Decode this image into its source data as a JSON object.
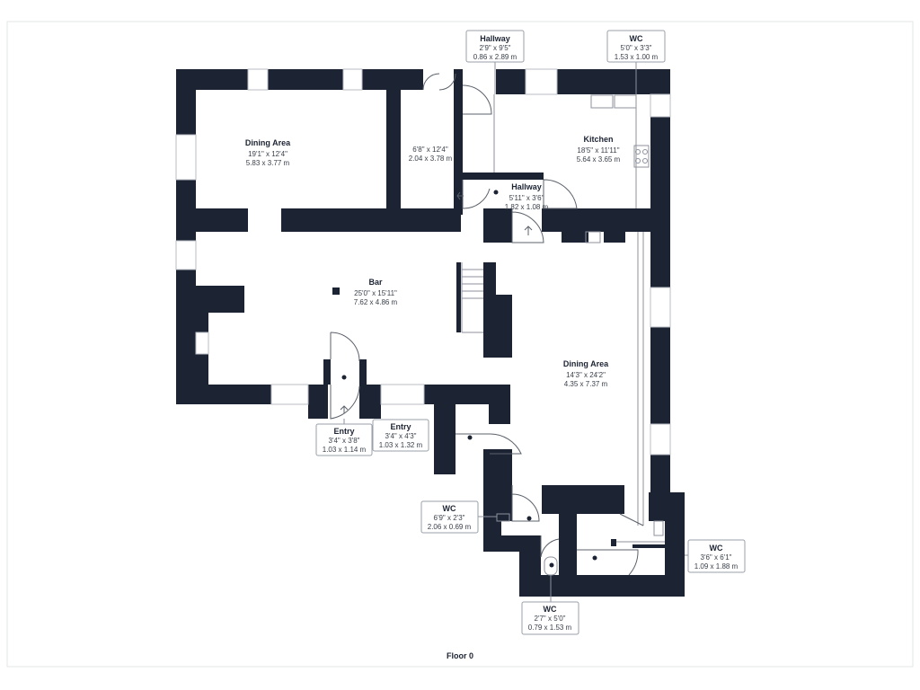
{
  "floor_label": "Floor 0",
  "rooms": {
    "dining_left": {
      "name": "Dining Area",
      "dim_imperial": "19'1\" x 12'4\"",
      "dim_metric": "5.83 x 3.77 m"
    },
    "middle_room": {
      "dim_imperial": "6'8\" x 12'4\"",
      "dim_metric": "2.04 x 3.78 m"
    },
    "kitchen": {
      "name": "Kitchen",
      "dim_imperial": "18'5\" x 11'11\"",
      "dim_metric": "5.64 x 3.65 m"
    },
    "hallway_inner": {
      "name": "Hallway",
      "dim_imperial": "5'11\" x 3'6\"",
      "dim_metric": "1.82 x 1.08 m"
    },
    "bar": {
      "name": "Bar",
      "dim_imperial": "25'0\" x 15'11\"",
      "dim_metric": "7.62 x 4.86 m"
    },
    "dining_right": {
      "name": "Dining Area",
      "dim_imperial": "14'3\" x 24'2\"",
      "dim_metric": "4.35 x 7.37 m"
    }
  },
  "callouts": {
    "hallway_top": {
      "name": "Hallway",
      "dim_imperial": "2'9\" x 9'5\"",
      "dim_metric": "0.86 x 2.89 m"
    },
    "wc_top": {
      "name": "WC",
      "dim_imperial": "5'0\" x 3'3\"",
      "dim_metric": "1.53 x 1.00 m"
    },
    "entry_1": {
      "name": "Entry",
      "dim_imperial": "3'4\" x 3'8\"",
      "dim_metric": "1.03 x 1.14 m"
    },
    "entry_2": {
      "name": "Entry",
      "dim_imperial": "3'4\" x 4'3\"",
      "dim_metric": "1.03 x 1.32 m"
    },
    "wc_left": {
      "name": "WC",
      "dim_imperial": "6'9\" x 2'3\"",
      "dim_metric": "2.06 x 0.69 m"
    },
    "wc_right": {
      "name": "WC",
      "dim_imperial": "3'6\" x 6'1\"",
      "dim_metric": "1.09 x 1.88 m"
    },
    "wc_bottom": {
      "name": "WC",
      "dim_imperial": "2'7\" x 5'0\"",
      "dim_metric": "0.79 x 1.53 m"
    }
  }
}
